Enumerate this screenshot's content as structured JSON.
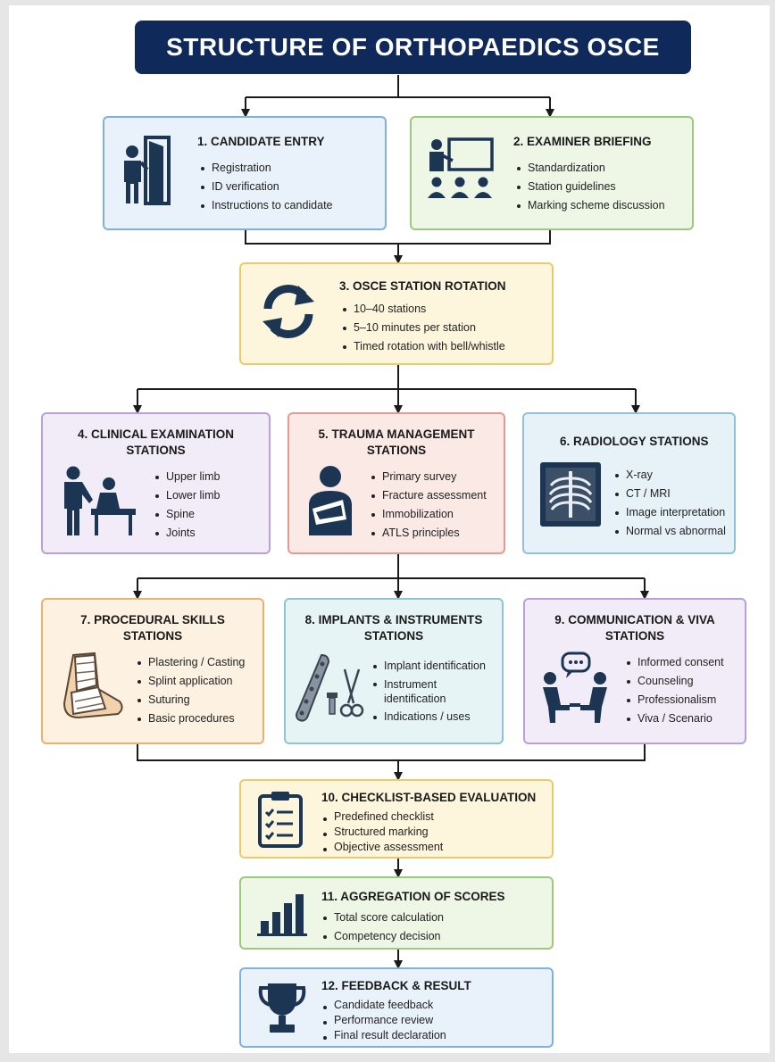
{
  "title": "STRUCTURE OF ORTHOPAEDICS OSCE",
  "colors": {
    "title_bg": "#0f2a5a",
    "icon_navy": "#1c3552",
    "connector": "#1a1a1a"
  },
  "steps": [
    {
      "heading": "1. CANDIDATE ENTRY",
      "icon": "person-entering-door-icon",
      "items": [
        "Registration",
        "ID verification",
        "Instructions to candidate"
      ]
    },
    {
      "heading": "2. EXAMINER BRIEFING",
      "icon": "presenter-board-icon",
      "items": [
        "Standardization",
        "Station guidelines",
        "Marking scheme discussion"
      ]
    },
    {
      "heading": "3. OSCE STATION ROTATION",
      "icon": "rotation-arrows-icon",
      "items": [
        "10–40 stations",
        "5–10 minutes per station",
        "Timed rotation with bell/whistle"
      ]
    },
    {
      "heading": "4. CLINICAL EXAMINATION STATIONS",
      "heading_lines": [
        "4. CLINICAL EXAMINATION",
        "STATIONS"
      ],
      "icon": "doctor-examining-patient-icon",
      "items": [
        "Upper limb",
        "Lower limb",
        "Spine",
        "Joints"
      ]
    },
    {
      "heading": "5. TRAUMA MANAGEMENT STATIONS",
      "heading_lines": [
        "5. TRAUMA MANAGEMENT",
        "STATIONS"
      ],
      "icon": "arm-sling-patient-icon",
      "items": [
        "Primary survey",
        "Fracture assessment",
        "Immobilization",
        "ATLS principles"
      ]
    },
    {
      "heading": "6. RADIOLOGY STATIONS",
      "icon": "chest-xray-icon",
      "items": [
        "X-ray",
        "CT / MRI",
        "Image interpretation",
        "Normal vs abnormal"
      ]
    },
    {
      "heading": "7. PROCEDURAL SKILLS STATIONS",
      "heading_lines": [
        "7. PROCEDURAL SKILLS",
        "STATIONS"
      ],
      "icon": "bandaged-foot-cast-icon",
      "items": [
        "Plastering / Casting",
        "Splint application",
        "Suturing",
        "Basic procedures"
      ]
    },
    {
      "heading": "8. IMPLANTS & INSTRUMENTS STATIONS",
      "heading_lines": [
        "8. IMPLANTS & INSTRUMENTS",
        "STATIONS"
      ],
      "icon": "bone-plate-screw-scissors-icon",
      "items": [
        "Implant identification",
        "Instrument identification",
        "Indications / uses"
      ]
    },
    {
      "heading": "9. COMMUNICATION & VIVA STATIONS",
      "heading_lines": [
        "9. COMMUNICATION & VIVA",
        "STATIONS"
      ],
      "icon": "two-people-conversation-icon",
      "items": [
        "Informed consent",
        "Counseling",
        "Professionalism",
        "Viva / Scenario"
      ]
    },
    {
      "heading": "10. CHECKLIST-BASED EVALUATION",
      "icon": "clipboard-checklist-icon",
      "items": [
        "Predefined checklist",
        "Structured marking",
        "Objective assessment"
      ]
    },
    {
      "heading": "11. AGGREGATION OF SCORES",
      "icon": "bar-chart-icon",
      "items": [
        "Total score calculation",
        "Competency decision"
      ]
    },
    {
      "heading": "12. FEEDBACK & RESULT",
      "icon": "trophy-icon",
      "items": [
        "Candidate feedback",
        "Performance review",
        "Final result declaration"
      ]
    }
  ]
}
